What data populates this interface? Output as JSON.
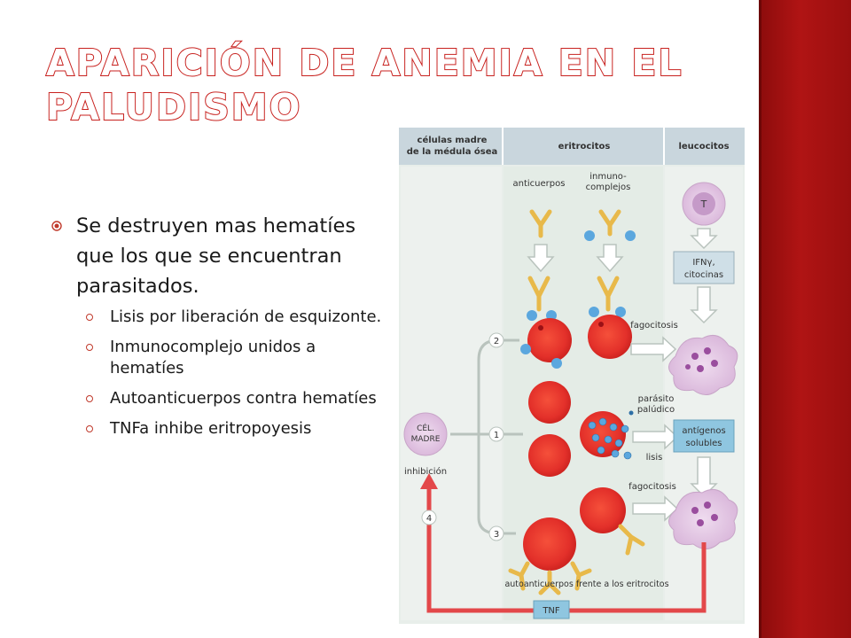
{
  "slide": {
    "title": "Aparición de anemia en el paludismo",
    "accent_color": "#c8221f",
    "sidebar_color": "#a01111"
  },
  "bullets": {
    "main": "Se destruyen mas hematíes que los que se encuentran parasitados.",
    "items": [
      "Lisis por liberación de esquizonte.",
      "Inmunocomplejo unidos a hematíes",
      "Autoanticuerpos contra hematíes",
      "TNFa inhibe eritropoyesis"
    ]
  },
  "diagram": {
    "col_headers": [
      "células madre",
      "de la médula ósea",
      "eritrocitos",
      "leucocitos"
    ],
    "labels": {
      "anticuerpos": "anticuerpos",
      "inmuno1": "inmuno-",
      "inmuno2": "complejos",
      "t_cell": "T",
      "ifn1": "IFNγ,",
      "ifn2": "citocinas",
      "fagocitosis_top": "fagocitosis",
      "parasito1": "parásito",
      "parasito2": "palúdico",
      "antigenos1": "antígenos",
      "antigenos2": "solubles",
      "lisis": "lisis",
      "cel1": "CÉL.",
      "cel2": "MADRE",
      "inhibicion": "inhibición",
      "fagocitosis_bottom": "fagocitosis",
      "autoanticuerpos": "autoanticuerpos frente a los eritrocitos",
      "tnf": "TNF",
      "n1": "1",
      "n2": "2",
      "n3": "3",
      "n4": "4"
    }
  }
}
